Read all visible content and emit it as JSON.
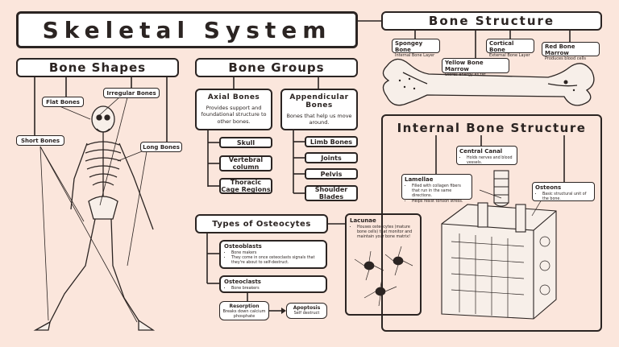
{
  "title": "Skeletal System",
  "sections": {
    "bone_structure": "Bone Structure",
    "bone_shapes": "Bone Shapes",
    "bone_groups": "Bone Groups",
    "internal_bone_structure": "Internal Bone Structure",
    "types_of_osteocytes": "Types of Osteocytes"
  },
  "bone_shapes": {
    "flat": "Flat Bones",
    "irregular": "Irregular Bones",
    "short": "Short Bones",
    "long": "Long Bones"
  },
  "axial": {
    "title": "Axial Bones",
    "desc": "Provides support and foundational structure to other bones.",
    "items": [
      "Skull",
      "Vertebral column",
      "Thoracic Cage Regions"
    ]
  },
  "appendicular": {
    "title": "Appendicular Bones",
    "desc": "Bones that help us move around.",
    "items": [
      "Limb Bones",
      "Joints",
      "Pelvis",
      "Shoulder Blades"
    ]
  },
  "bone_structure": {
    "spongey": {
      "title": "Spongey Bone",
      "note": "Internal Bone Layer"
    },
    "cortical": {
      "title": "Cortical Bone",
      "note": "External Bone Layer"
    },
    "red_marrow": {
      "title": "Red Bone Marrow",
      "note": "Produces blood cells"
    },
    "yellow_marrow": {
      "title": "Yellow Bone Marrow",
      "note": "Stores energy as fat"
    }
  },
  "internal": {
    "central_canal": {
      "title": "Central Canal",
      "notes": [
        "Holds nerves and blood vessels."
      ]
    },
    "lamellae": {
      "title": "Lamellae",
      "notes": [
        "Filled with collagen fibers that run in the same directions.",
        "Helps resist torsion stress."
      ]
    },
    "osteons": {
      "title": "Osteons",
      "notes": [
        "Basic structural unit of the bone."
      ]
    }
  },
  "lacunae": {
    "title": "Lacunae",
    "notes": [
      "Houses osteocytes (mature bone cells) that monitor and maintain your bone matrix!"
    ]
  },
  "osteocytes": {
    "osteoblasts": {
      "title": "Osteoblasts",
      "notes": [
        "Bone makers",
        "They come in once osteoclasts signals that they're about to self-destruct."
      ]
    },
    "osteoclasts": {
      "title": "Osteoclasts",
      "notes": [
        "Bone breakers"
      ]
    },
    "resorption": {
      "title": "Resorption",
      "desc": "Breaks down calcium phosphate"
    },
    "apoptosis": {
      "title": "Apoptosis",
      "desc": "Self destruct"
    }
  },
  "colors": {
    "background": "#fbe6dc",
    "ink": "#2b2422",
    "box": "#ffffff"
  }
}
